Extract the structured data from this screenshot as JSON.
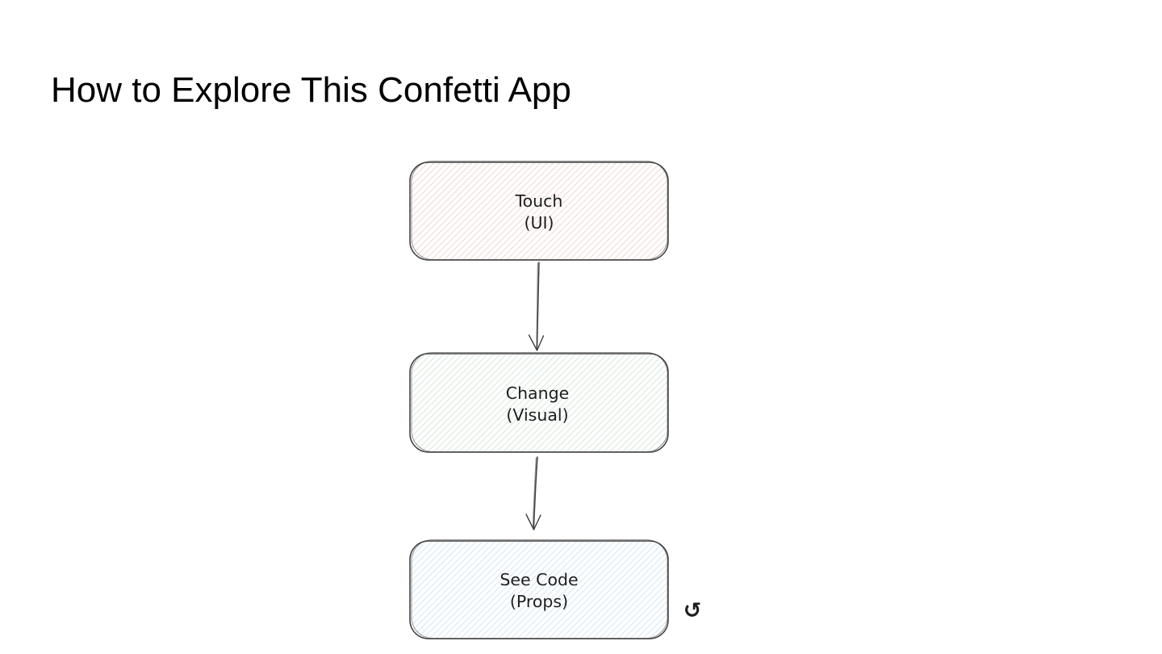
{
  "title": "How to Explore This Confetti App",
  "diagram": {
    "stroke_color": "#3f3f3f",
    "text_color": "#1e1e1e",
    "nodes": [
      {
        "label_line1": "Touch",
        "label_line2": "(UI)",
        "hatch_color": "#efd6d0"
      },
      {
        "label_line1": "Change",
        "label_line2": "(Visual)",
        "hatch_color": "#d4e8da"
      },
      {
        "label_line1": "See Code",
        "label_line2": "(Props)",
        "hatch_color": "#d4e5f3"
      }
    ],
    "loop_icon": "↺"
  }
}
